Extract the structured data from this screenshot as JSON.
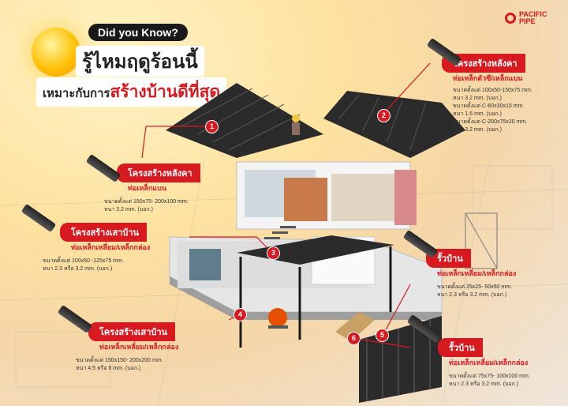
{
  "brand": {
    "logo_text": "PACIFIC PIPE",
    "accent": "#d71920"
  },
  "header": {
    "badge": "Did you Know?",
    "headline_line1": "รู้ไหมฤดูร้อนนี้",
    "headline_line2_prefix": "เหมาะกับการ",
    "headline_line2_highlight": "สร้างบ้านดีที่สุด"
  },
  "callouts": [
    {
      "num": "1",
      "title": "โครงสร้างหลังคา",
      "sub": "ท่อเหล็กแบน",
      "spec": [
        "ขนาดตั้งแต่ 150x75- 200x100 mm.",
        "หนา 3.2 mm. (บอก.)"
      ]
    },
    {
      "num": "2",
      "title": "โครงสร้างหลังคา",
      "sub": "ท่อเหล็กตัวซี/เหล็กแบน",
      "spec": [
        "ขนาดตั้งแต่ 100x50-150x75 mm.",
        "หนา 3.2 mm. (บอก.)",
        "ขนาดตั้งแต่ C-60x30x10 mm.",
        "หนา 1.6 mm. (บอก.)",
        "ขนาดตั้งแต่ C-200x75x20 mm.",
        "หนา 3.2 mm. (บอก.)"
      ]
    },
    {
      "num": "3",
      "title": "โครงสร้างเสาบ้าน",
      "sub": "ท่อเหล็กเหลี่ยม/เหล็กกล่อง",
      "spec": [
        "ขนาดตั้งแต่ 100x50 -125x75 mm.",
        "หนา 2.3 หรือ 3.2 mm. (บอก.)"
      ]
    },
    {
      "num": "4",
      "title": "โครงสร้างเสาบ้าน",
      "sub": "ท่อเหล็กเหลี่ยม/เหล็กกล่อง",
      "spec": [
        "ขนาดตั้งแต่ 150x150- 200x200 mm.",
        "หนา 4.5 หรือ 6 mm. (บอก.)"
      ]
    },
    {
      "num": "5",
      "title": "รั้วบ้าน",
      "sub": "ท่อเหล็กเหลี่ยม/เหล็กกล่อง",
      "spec": [
        "ขนาดตั้งแต่ 25x25- 50x50 mm.",
        "หนา 2.3 หรือ 3.2 mm. (บอก.)"
      ]
    },
    {
      "num": "6",
      "title": "รั้วบ้าน",
      "sub": "ท่อเหล็กเหลี่ยม/เหล็กกล่อง",
      "spec": [
        "ขนาดตั้งแต่ 75x75- 100x100 mm.",
        "หนา 2.3 หรือ 3.2 mm. (บอก.)"
      ]
    }
  ]
}
